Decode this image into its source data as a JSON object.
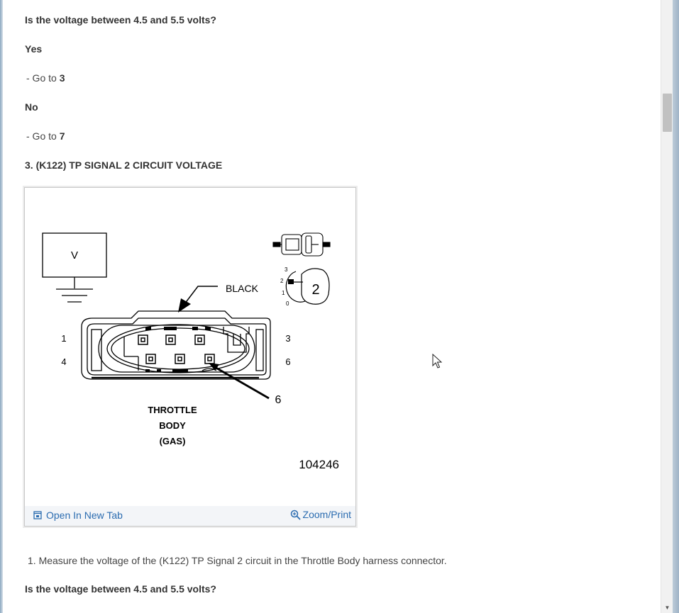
{
  "content": {
    "question_1": "Is the voltage between 4.5 and 5.5 volts?",
    "yes_label": "Yes",
    "yes_goto_prefix": "-  Go to",
    "yes_goto_step": "3",
    "no_label": "No",
    "no_goto_prefix": "-  Go to",
    "no_goto_step": "7",
    "section_heading": "3. (K122) TP SIGNAL 2 CIRCUIT VOLTAGE",
    "step_1": "1. Measure the voltage of the (K122) TP Signal 2 circuit in the Throttle Body harness connector.",
    "question_2": "Is the voltage between 4.5 and 5.5 volts?"
  },
  "figure": {
    "meter_label": "V",
    "wire_color": "BLACK",
    "pin_left_top": "1",
    "pin_left_bottom": "4",
    "pin_right_top": "3",
    "pin_right_bottom": "6",
    "pointer_pin": "6",
    "component_line1": "THROTTLE",
    "component_line2": "BODY",
    "component_line3": "(GAS)",
    "figure_number": "104246",
    "scale_3": "3",
    "scale_2": "2",
    "scale_1": "1",
    "scale_0": "0",
    "selector_value": "2",
    "open_tab_label": "Open In New Tab",
    "zoom_label": "Zoom/Print"
  }
}
